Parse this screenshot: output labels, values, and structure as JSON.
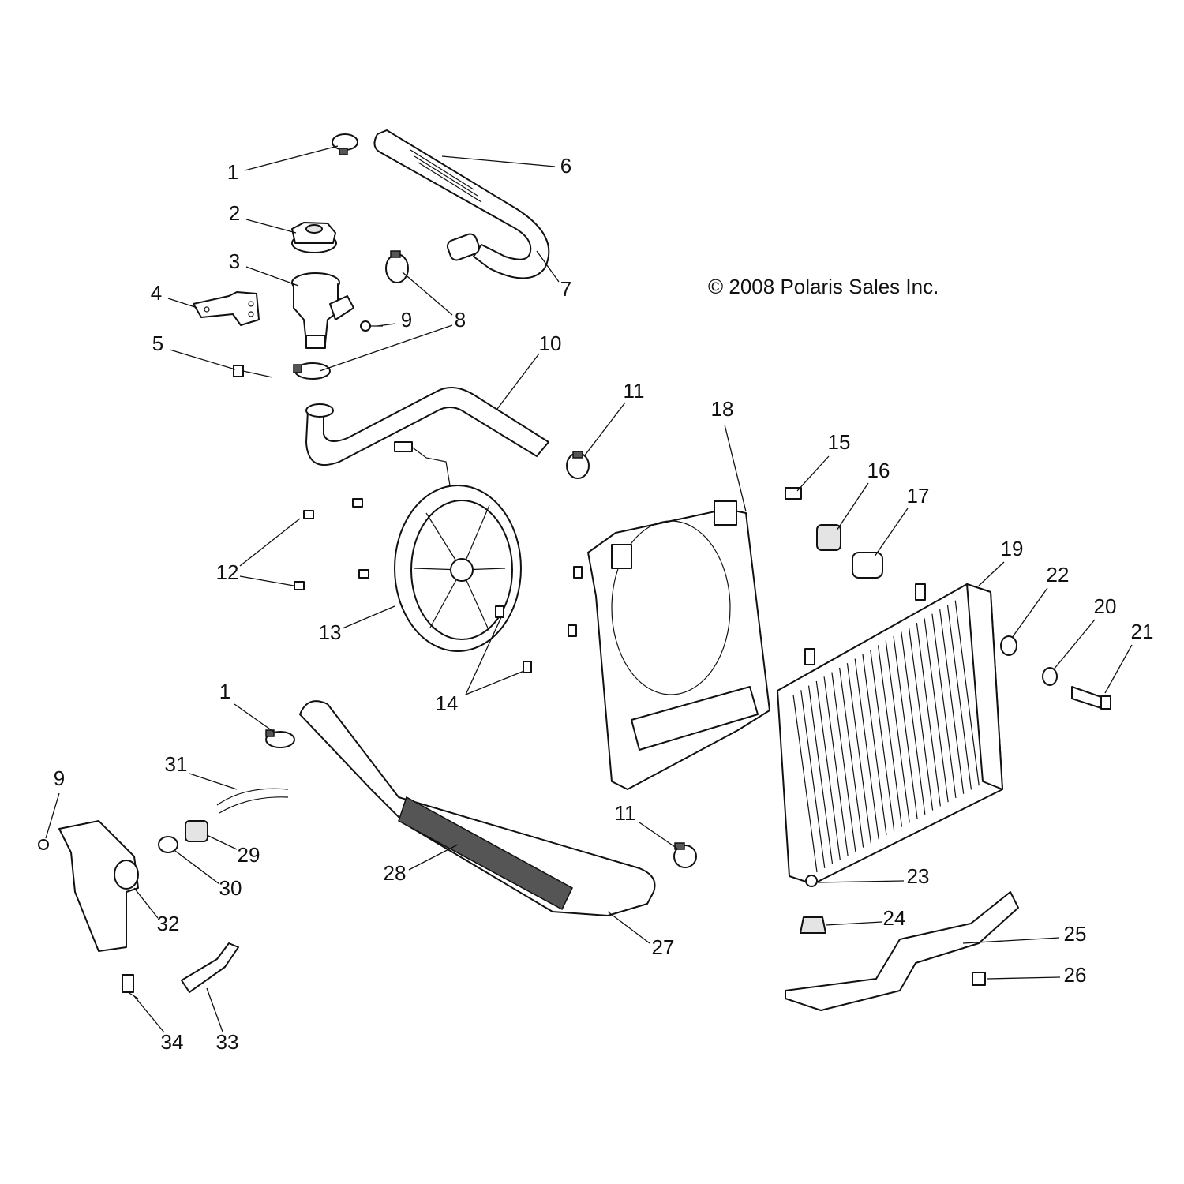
{
  "diagram": {
    "title": "Cooling system exploded parts diagram",
    "copyright": "© 2008 Polaris Sales Inc.",
    "callouts": [
      "1",
      "2",
      "3",
      "4",
      "5",
      "6",
      "7",
      "8",
      "9",
      "10",
      "11",
      "12",
      "13",
      "14",
      "15",
      "16",
      "17",
      "18",
      "19",
      "22",
      "20",
      "21",
      "1",
      "31",
      "9",
      "29",
      "30",
      "28",
      "32",
      "27",
      "11",
      "23",
      "24",
      "25",
      "26",
      "34",
      "33"
    ]
  }
}
